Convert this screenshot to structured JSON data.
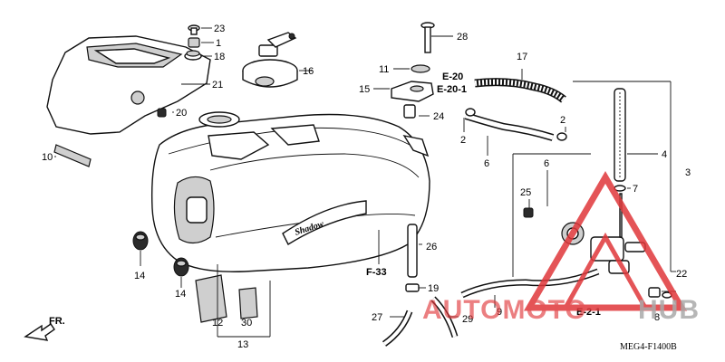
{
  "diagram": {
    "code": "MEG4-F1400B",
    "front_label": "FR.",
    "watermark": {
      "brand_a": "AUTOMOTO",
      "brand_b": "HUB",
      "color_red": "#e0373a",
      "color_gray": "#9a9a9a"
    },
    "callouts": {
      "p1": "1",
      "p2a": "2",
      "p2b": "2",
      "p3": "3",
      "p4": "4",
      "p6a": "6",
      "p6b": "6",
      "p7": "7",
      "p8": "8",
      "p9": "9",
      "p10": "10",
      "p11": "11",
      "p12": "12",
      "p13": "13",
      "p14a": "14",
      "p14b": "14",
      "p15": "15",
      "p16": "16",
      "p17": "17",
      "p18": "18",
      "p19": "19",
      "p20": "20",
      "p21": "21",
      "p22": "22",
      "p23": "23",
      "p24": "24",
      "p25": "25",
      "p26": "26",
      "p27": "27",
      "p28": "28",
      "p29": "29",
      "p30": "30"
    },
    "section_refs": {
      "e20": "E-20",
      "e201": "E-20-1",
      "e21": "E-2-1",
      "f33": "F-33"
    }
  }
}
